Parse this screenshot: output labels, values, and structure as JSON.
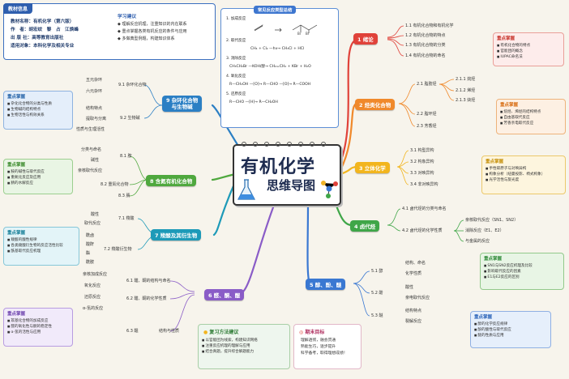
{
  "book_info": {
    "heading": "教材信息",
    "lines": [
      "教材名称：有机化学（第六版）",
      "作　者：胡宏纹　黎　占　江焕峰",
      "出 版 社：高等教育出版社",
      "适用对象：本科化学及相关专业"
    ],
    "tips_heading": "学习建议",
    "tips": [
      "理解反应机理，注重知识的内在联系",
      "重点掌握各类有机反应的条件与应用",
      "多做典型例题，构建知识体系"
    ]
  },
  "reaction_summary": {
    "title": "常见反应类型总结",
    "items": [
      {
        "label": "1. 加成反应",
        "eq": ""
      },
      {
        "label": "2. 取代反应",
        "eq": "CH₄ + Cl₂ —hv→ CH₃Cl + HCl"
      },
      {
        "label": "3. 消除反应",
        "eq": "CH₃CH₂Br —KOH/醇→ CH₂=CH₂ + KBr + H₂O"
      },
      {
        "label": "4. 氧化反应",
        "eq": "R—CH₂OH —[O]→ R—CHO —[O]→ R—COOH"
      },
      {
        "label": "5. 还原反应",
        "eq": "R—CHO —[H]→ R—CH₂OH"
      }
    ]
  },
  "center": {
    "title": "有机化学",
    "subtitle": "思维导图"
  },
  "branches": {
    "b1": {
      "title": "1 绪论",
      "subs": [
        "1.1 有机化合物和有机化学",
        "1.2 有机化合物的特点",
        "1.3 有机化合物的分类",
        "1.4 有机化合物的命名"
      ],
      "key_title": "重点掌握",
      "key_points": [
        "有机化合物的特点",
        "官能团的概念",
        "IUPAC命名法"
      ]
    },
    "b2": {
      "title": "2 烃类化合物",
      "subs": [
        "2.1 脂肪烃",
        "2.2 脂环烃",
        "2.3 芳香烃"
      ],
      "leaves": [
        "2.1.1 烷烃",
        "2.1.2 烯烃",
        "2.1.3 炔烃"
      ],
      "key_title": "重点掌握",
      "key_points": [
        "烷烃、烯烃的结构特点",
        "自由基取代反应",
        "芳香亲电取代反应"
      ]
    },
    "b3": {
      "title": "3 立体化学",
      "subs": [
        "3.1 构型异构",
        "3.2 构象异构",
        "3.3 对映异构",
        "3.4 非对映异构"
      ],
      "key_title": "重点掌握",
      "key_points": [
        "手性碳原子与对映异构",
        "构象分析（纽曼投影、椅式构象）",
        "光学活性与旋光度"
      ]
    },
    "b4": {
      "title": "4 卤代烃",
      "subs": [
        "4.1 卤代烃的分类与命名",
        "4.2 卤代烃的化学性质"
      ],
      "leaves": [
        "亲核取代反应（SN1、SN2）",
        "消除反应（E1、E2）",
        "与金属的反应"
      ],
      "key_title": "重点掌握",
      "key_points": [
        "SN1与SN2反应机理及比较",
        "影响取代反应的因素",
        "E1与E2反应的区别"
      ]
    },
    "b5": {
      "title": "5 醇、酚、醚",
      "subs": [
        "5.1 醇",
        "5.2 酚",
        "5.3 醚"
      ],
      "leaves": [
        "结构、命名",
        "化学性质",
        "酸性",
        "亲电取代反应",
        "结构特点",
        "裂解反应"
      ],
      "key_title": "重点掌握",
      "key_points": [
        "醇的化学反应规律",
        "酚的酸性与取代反应",
        "醚的性质与应用"
      ]
    },
    "b6": {
      "title": "6 醛、酮、醌",
      "subs": [
        "6.1 醛、酮的结构与命名",
        "6.2 醛、酮的化学性质",
        "6.3 醌"
      ],
      "leaves": [
        "亲核加成反应",
        "氧化反应",
        "还原反应",
        "α-氢的反应",
        "结构与性质"
      ],
      "key_title": "重点掌握",
      "key_points": [
        "羰基化合物的加成反应",
        "醛的氧化性与酮的稳定性",
        "α-氢的活性与应用"
      ]
    },
    "b7": {
      "title": "7 羧酸及其衍生物",
      "subs": [
        "7.1 羧酸",
        "7.2 羧酸衍生物"
      ],
      "leaves": [
        "酸性",
        "取代反应",
        "酰卤",
        "酸酐",
        "酯",
        "酰胺"
      ],
      "key_title": "重点掌握",
      "key_points": [
        "羧酸的酸性规律",
        "各类羧酸衍生物的反应活性比较",
        "酰基取代反应机理"
      ]
    },
    "b8": {
      "title": "8 含氮有机化合物",
      "subs": [
        "8.1 胺",
        "8.2 重氮化合物",
        "8.3 腈"
      ],
      "leaves": [
        "分类与命名",
        "碱性",
        "亲核取代反应"
      ],
      "key_title": "重点掌握",
      "key_points": [
        "胺的碱性与取代反应",
        "重氮化反应及应用",
        "腈的水解反应"
      ]
    },
    "b9": {
      "title": "9 杂环化合物\n与生物碱",
      "subs": [
        "9.1 杂环化合物",
        "9.2 生物碱"
      ],
      "leaves": [
        "五元杂环",
        "六元杂环",
        "结构特点",
        "提取与分离",
        "性质与生理活性"
      ],
      "key_title": "重点掌握",
      "key_points": [
        "杂化化合物的分类与性质",
        "生物碱的结构特点",
        "生物活性与构效关系"
      ]
    }
  },
  "review": {
    "title": "复习方法建议",
    "points": [
      "以官能团为线索，构建知识网络",
      "注重反应机理的理解与应用",
      "结合真题，提升综合解题能力"
    ]
  },
  "goal": {
    "title": "期末目标",
    "lines": [
      "理解透彻，融会贯通",
      "熟能生巧，逐步提升",
      "科学备考，取得理想成绩！"
    ]
  },
  "colors": {
    "b1": "#e0423a",
    "b2": "#f0892b",
    "b3": "#f2b51e",
    "b4": "#3fa648",
    "b5": "#3a78d2",
    "b6": "#8a5cc7",
    "b7": "#1d9ab8",
    "b8": "#4fa83e",
    "b9": "#2b7fc4"
  }
}
